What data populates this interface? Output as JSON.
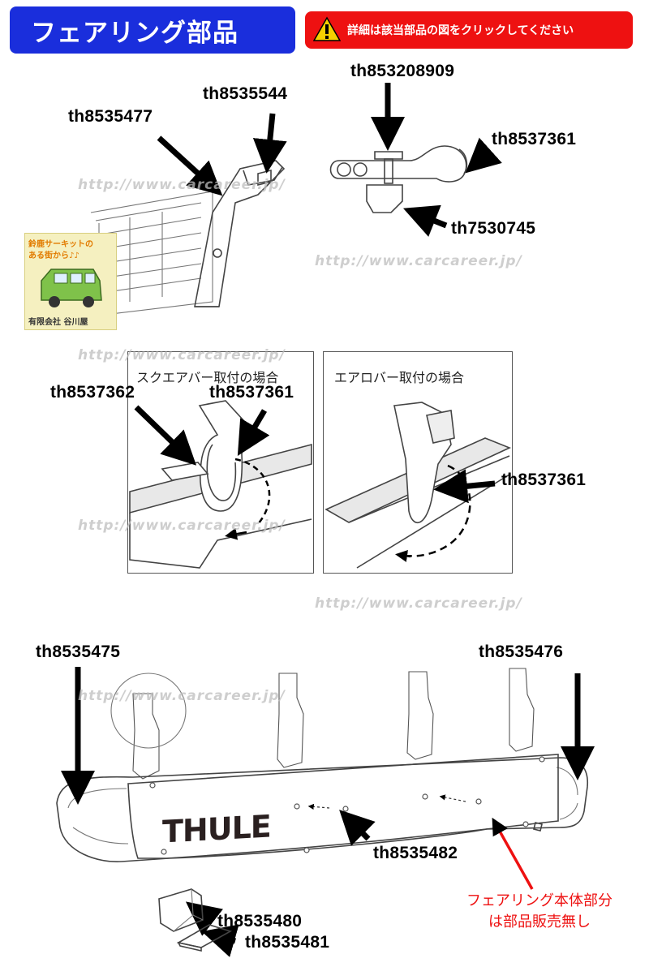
{
  "header": {
    "title": "フェアリング部品",
    "notice": "詳細は該当部品の図をクリックしてください",
    "notice_color": "#ee1111",
    "title_color": "#1a2edc"
  },
  "watermark": {
    "text": "http://www.carcareer.jp/"
  },
  "shop_logo": {
    "line1": "鈴鹿サーキットの",
    "line2": "ある街から♪♪",
    "line3": "有限会社 谷川屋"
  },
  "panels": {
    "square_bar": "スクエアバー取付の場合",
    "aero_bar": "エアロバー取付の場合"
  },
  "parts": {
    "p1": "th8535477",
    "p2": "th8535544",
    "p3": "th853208909",
    "p4": "th8537361",
    "p5": "th7530745",
    "p6": "th8537362",
    "p7": "th8537361",
    "p8": "th8537361",
    "p9": "th8535475",
    "p10": "th8535476",
    "p11": "th8535482",
    "p12": "th8535480",
    "p13": "th8535481"
  },
  "brand": {
    "logo_text": "THULE"
  },
  "red_note": {
    "line1": "フェアリング本体部分",
    "line2": "は部品販売無し"
  }
}
